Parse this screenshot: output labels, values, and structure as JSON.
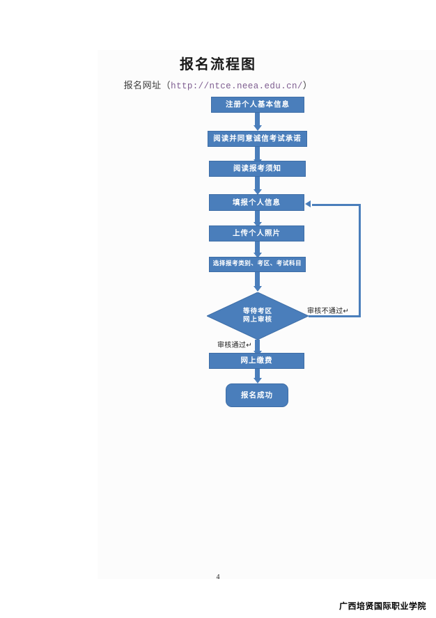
{
  "document": {
    "title": "报名流程图",
    "subtitle_prefix": "报名网址（",
    "subtitle_url": "http://ntce.neea.edu.cn/",
    "subtitle_suffix": "）",
    "page_number": "4",
    "footer": "广西培贤国际职业学院"
  },
  "theme": {
    "node_fill": "#4a7ebb",
    "node_border": "#3d6da6",
    "node_text": "#ffffff",
    "connector": "#4a7ebb",
    "url_text": "#7e5d90"
  },
  "flowchart": {
    "nodes": [
      {
        "id": "register",
        "label": "注册个人基本信息",
        "shape": "rectangle"
      },
      {
        "id": "pledge",
        "label": "阅读并同意诚信考试承诺",
        "shape": "rectangle"
      },
      {
        "id": "notice",
        "label": "阅读报考须知",
        "shape": "rectangle"
      },
      {
        "id": "fillinfo",
        "label": "填报个人信息",
        "shape": "rectangle"
      },
      {
        "id": "photo",
        "label": "上传个人照片",
        "shape": "rectangle"
      },
      {
        "id": "category",
        "label": "选择报考类别、考区、考试科目",
        "shape": "rectangle"
      },
      {
        "id": "review",
        "label_line1": "等待考区",
        "label_line2": "网上审核",
        "shape": "diamond"
      },
      {
        "id": "payment",
        "label": "网上缴费",
        "shape": "rectangle"
      },
      {
        "id": "success",
        "label": "报名成功",
        "shape": "rounded-rectangle"
      }
    ],
    "edge_labels": {
      "rejected": "审核不通过↵",
      "approved": "审核通过↵"
    }
  }
}
